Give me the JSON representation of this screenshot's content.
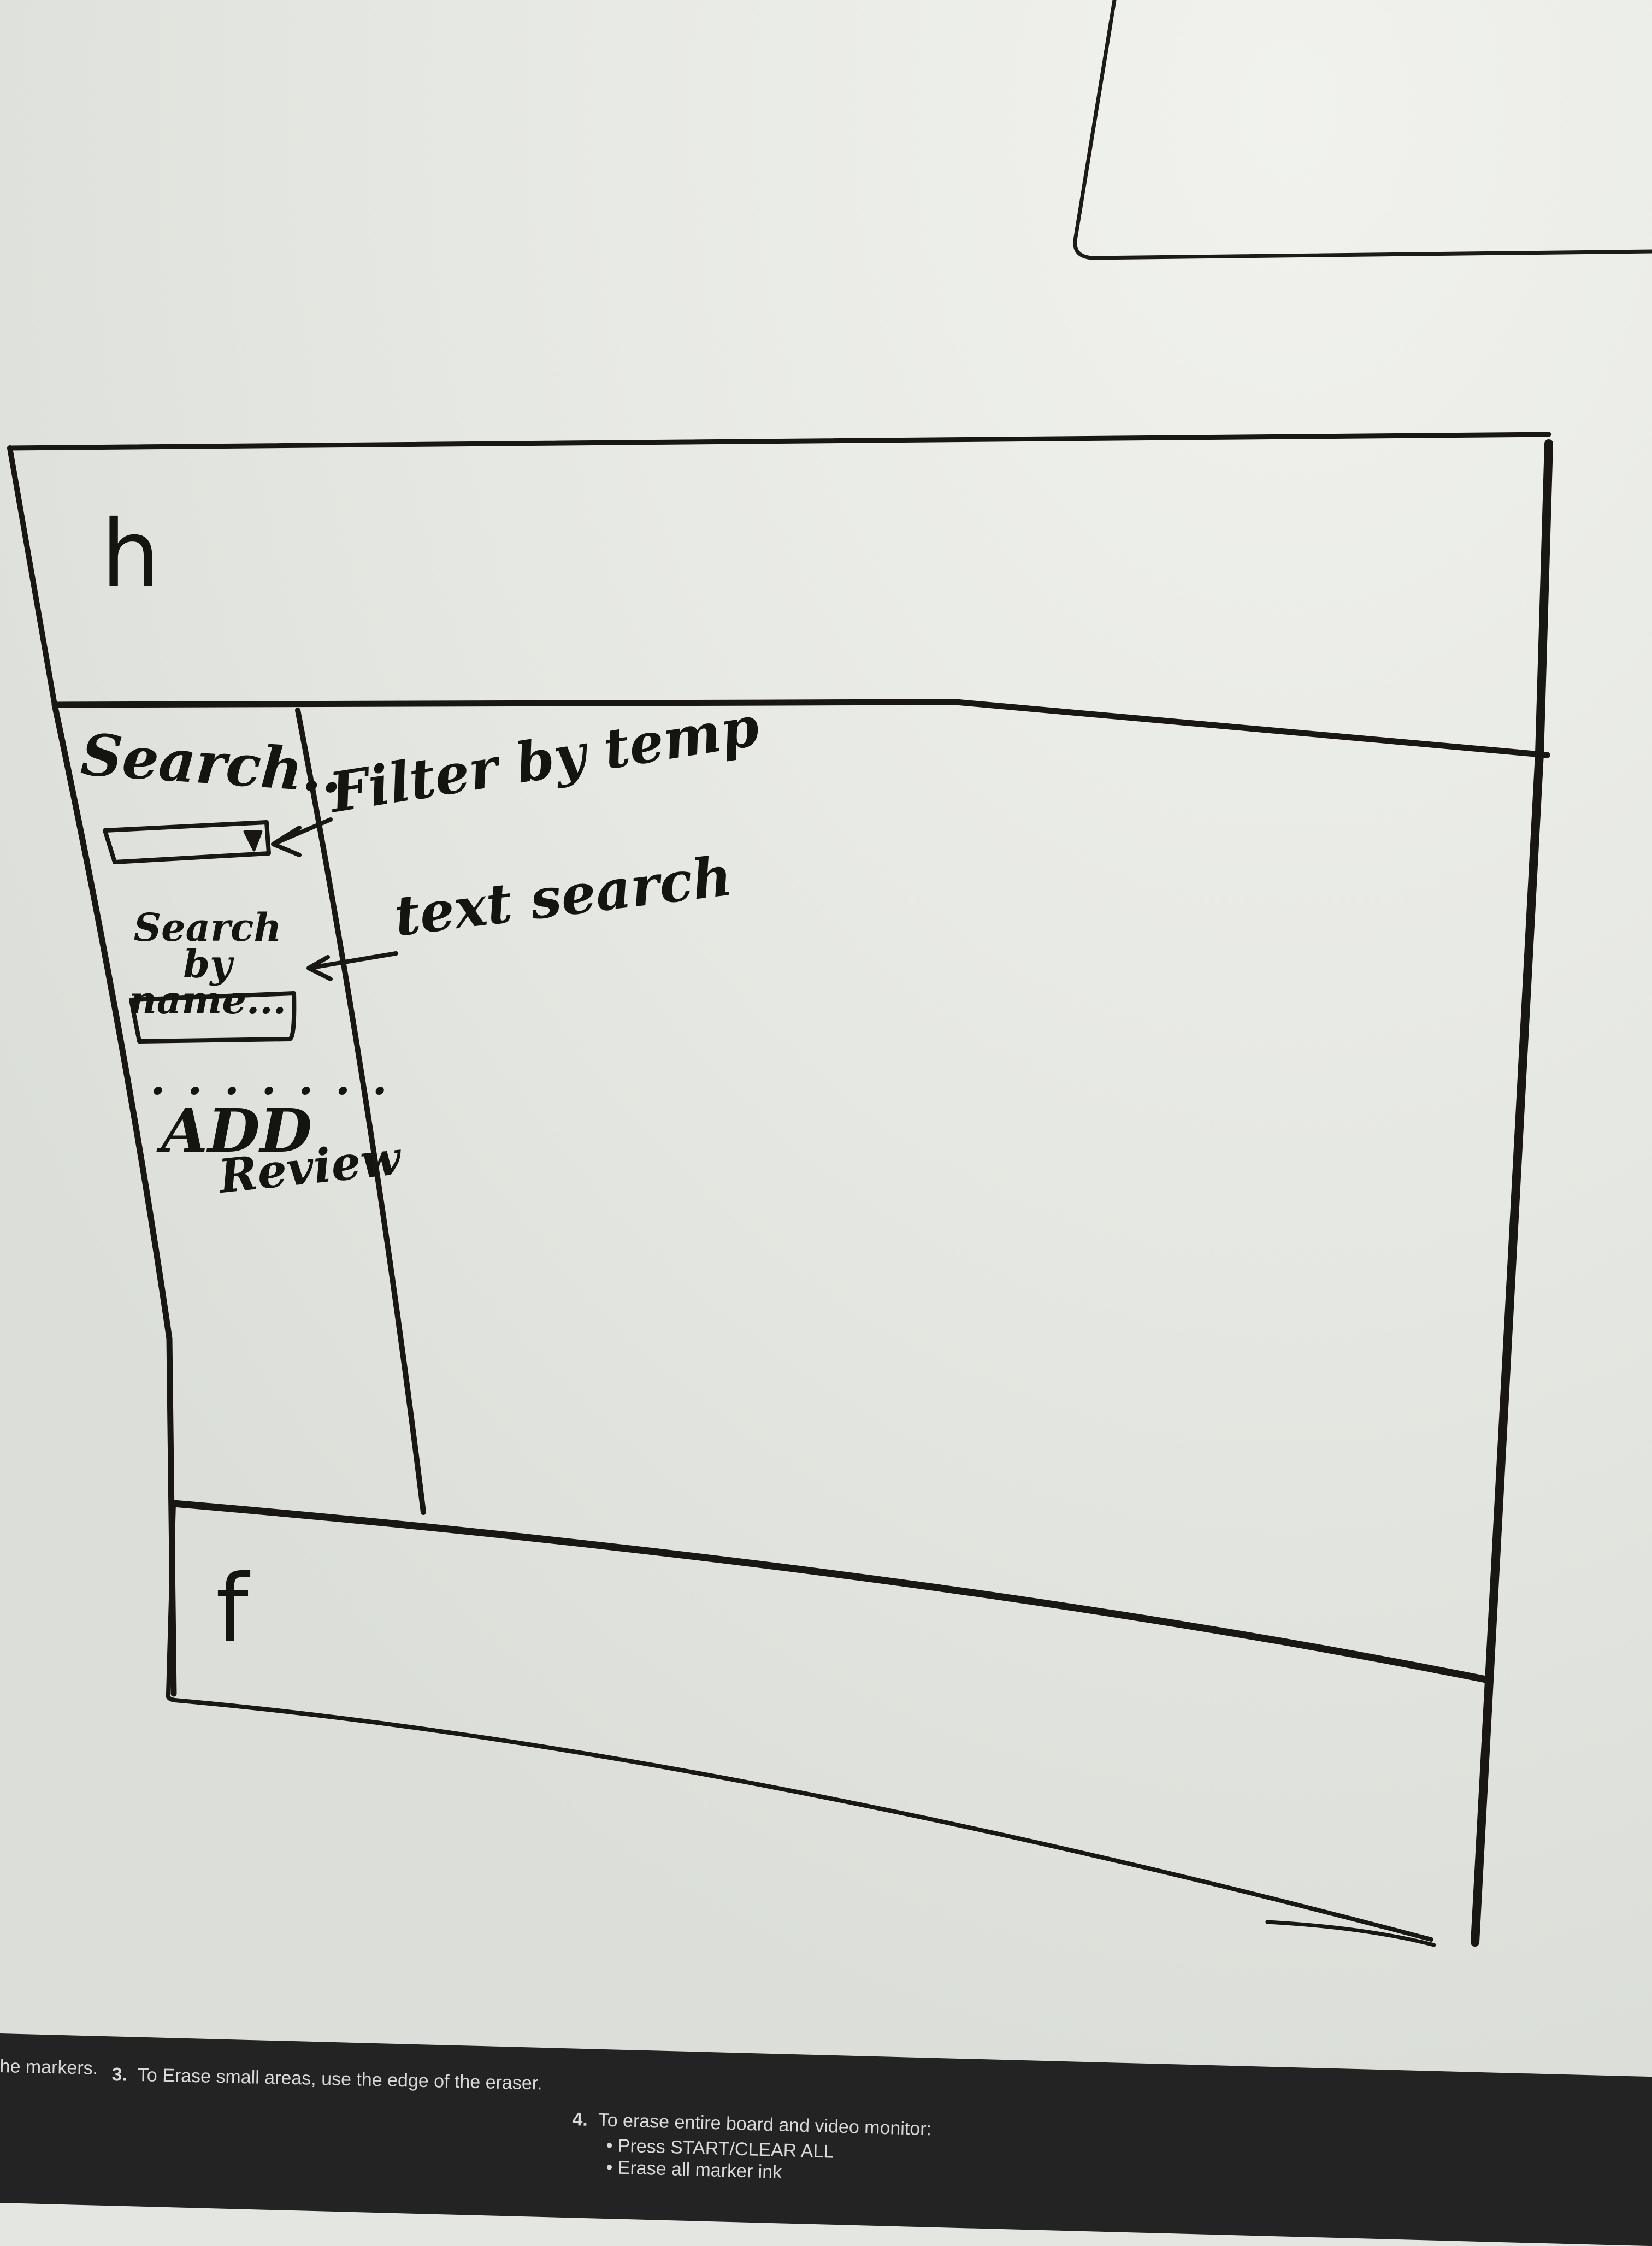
{
  "wireframe": {
    "header": {
      "label": "h"
    },
    "footer": {
      "label": "f"
    },
    "sidebar": {
      "search_label": "Search..",
      "dropdown_note": "Filter by temp",
      "search_name_label": "Search by name...",
      "text_search_note": "text search",
      "dots": ". . . . . . .",
      "add_label": "ADD",
      "review_label": "Review"
    }
  },
  "instructions": {
    "step_1_fragment": "he markers.",
    "step_3_number": "3.",
    "step_3_text": "To Erase small areas, use the edge of the eraser.",
    "step_4_number": "4.",
    "step_4_text": "To erase entire board and video monitor:",
    "step_4_bullets": [
      "Press START/CLEAR ALL",
      "Erase all marker ink"
    ]
  }
}
